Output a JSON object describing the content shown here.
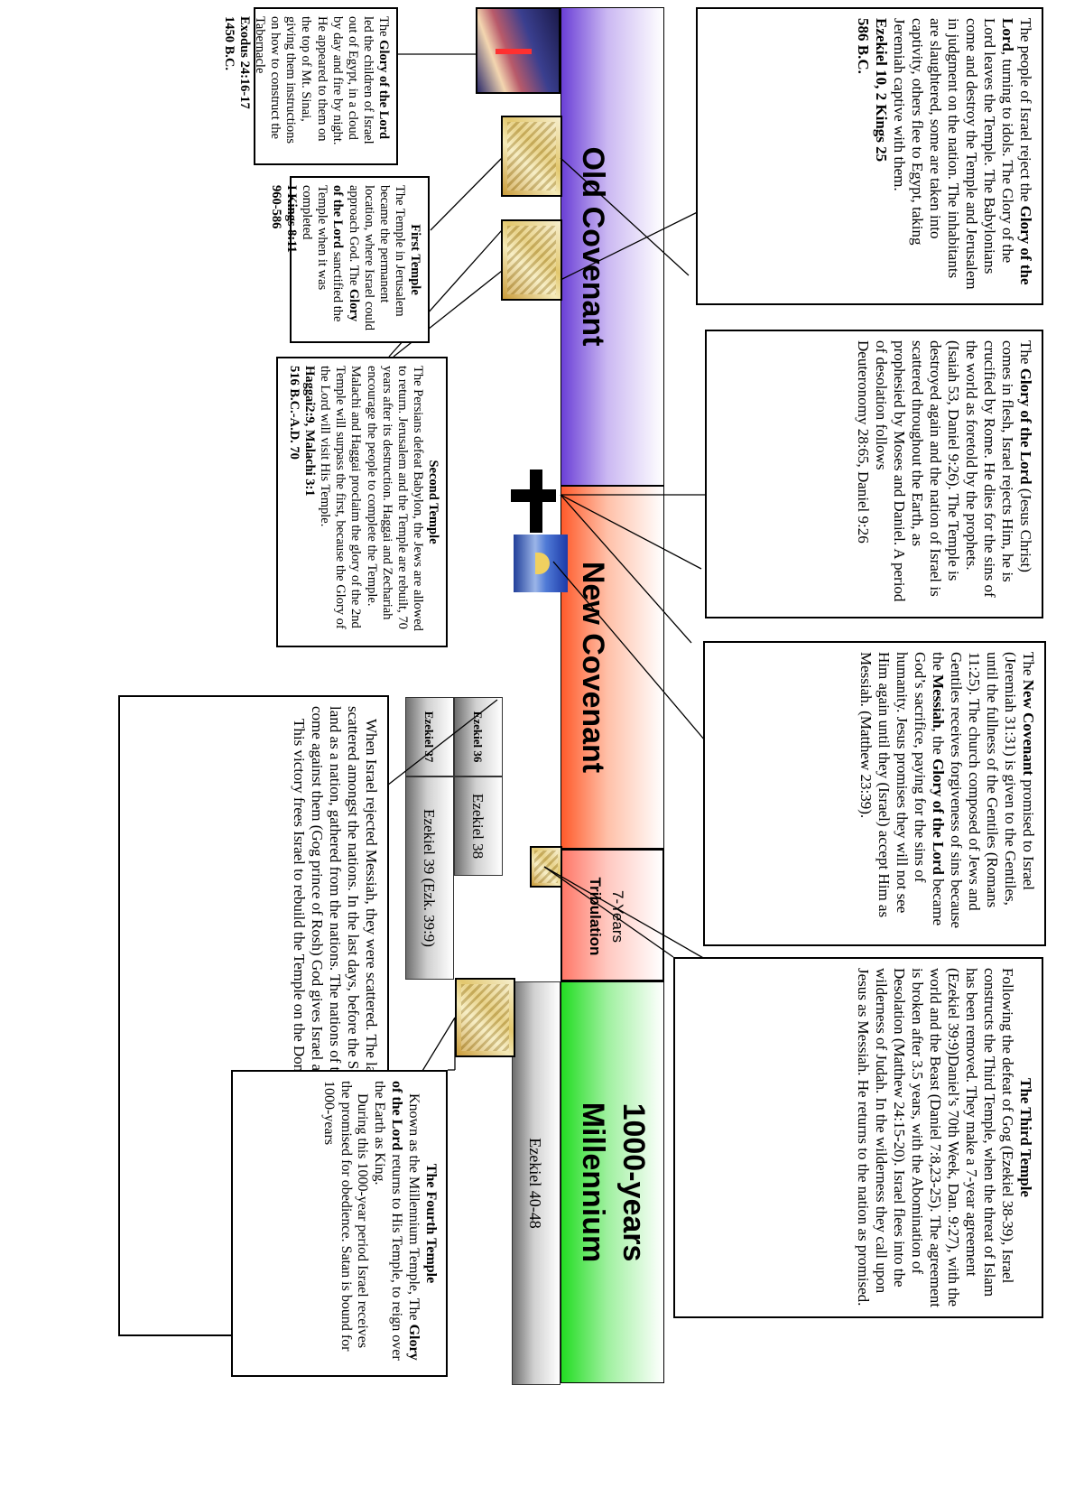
{
  "eras": {
    "old_covenant": "Old Covenant",
    "new_covenant": "New Covenant",
    "tribulation": "Tribulation",
    "tribulation_years": "7-Years",
    "millennium": "Millennium",
    "millennium_years": "1000-years"
  },
  "bars": {
    "ezekiel_36": "Ezekiel 36",
    "ezekiel_37": "Ezekiel 37",
    "ezekiel_38": "Ezekiel 38",
    "ezekiel_39": "Ezekiel 39 (Ezk. 39:9)",
    "ezekiel_40_48": "Ezekiel 40-48"
  },
  "boxes": {
    "exodus": {
      "t1": "The ",
      "b1": "Glory of the Lord",
      "t2": " led the children of Israel out of Egypt, in a cloud by day and fire by night. He appeared to them on the top of Mt. Sinai, giving them instructions on how to construct the Tabernacle",
      "ref": "Exodus 24:16-17",
      "date": "1450 B.C."
    },
    "first_temple": {
      "title": "First Temple",
      "t1": "The Temple in Jerusalem became the permanent location, where Israel could approach God. The ",
      "b1": "Glory of the Lord",
      "t2": " sanctified the Temple when it was completed",
      "ref": "I Kings 8:11",
      "date": "960-586"
    },
    "second_temple": {
      "title": "Second Temple",
      "text": "The Persians defeat Babylon, the Jews are allowed to return. Jerusalem and the Temple are rebuilt, 70 years after its destruction. Haggai and Zechariah encourage the people to complete the Temple. Malachi and Haggai proclaim the glory of the 2nd Temple will surpass the first, because the Glory of the Lord will visit His Temple.",
      "ref": "Haggai2:9, Malachi 3:1",
      "date": "516 B.C.-A.D. 70"
    },
    "exile": {
      "t1": "The people of Israel reject the ",
      "b1": "Glory of the Lord",
      "t2": ", turning to idols. The Glory of the Lord leaves the Temple. The Babylonians come and destroy the Temple and Jerusalem in judgment on the nation.  The inhabitants are slaughtered, some are taken into captivity, others flee to Egypt, taking Jeremiah captive with them.",
      "ref": "Ezekiel 10, 2 Kings 25",
      "date": "586 B.C."
    },
    "christ": {
      "t1": "The ",
      "b1": "Glory of the Lord",
      "t2": " (Jesus Christ) comes in flesh, Israel rejects Him, he is crucified by Rome. He dies for the sins of the world as foretold by the prophets.  (Isaiah 53, Daniel 9:26). The Temple is destroyed again and the nation of Israel is scattered throughout the Earth, as prophesied by Moses and Daniel.  A period of desolation follows",
      "ref": "Deuteronomy 28:65, Daniel 9:26"
    },
    "new_covenant": {
      "t1": "The ",
      "b1": "New Covenant",
      "t2": " promised to Israel (Jeremiah 31:31) is given to the Gentiles, until the fullness of the Gentiles (Romans 11:25). The church composed of Jews and Gentiles receives forgiveness of sins because the ",
      "b2": "Messiah",
      "t3": ", the ",
      "b3": "Glory of the Lord",
      "t4": " became God’s sacrifice, paying for the sins of humanity.  Jesus promises they will not see Him again until they (Israel) accept Him as Messiah. (Matthew 23:39)."
    },
    "third_temple": {
      "title": "The Third Temple",
      "text": "Following the defeat of Gog (Ezekiel 38-39), Israel constructs the Third Temple, when the threat of Islam has been removed. They make a 7-year agreement (Ezekiel 39:9)Daniel’s 70th Week, Dan. 9:27), with the world and the Beast (Daniel 7:8,23-25).  The agreement is broken after 3.5 years, with the Abomination of Desolation (Matthew 24:15-20).  Israel flees into the wilderness of Judah. In the wilderness they call upon Jesus as Messiah.  He returns to the nation as promised."
    },
    "scattered": {
      "p1": "When Israel rejected Messiah, they were scattered.  The land remained desolate and Israel was scattered amongst the nations. In the last days, before the Second Coming Israel is restored to the land as a nation, gathered from the nations.  The nations of the world, specifically Russia and Islam, come against them (Gog prince of Rosh)  God gives Israel a super-natural victory  over their enemies.",
      "p2": "This victory frees Israel to rebuild the Temple on the Dome of the Rock, the Temple Mount."
    },
    "fourth_temple": {
      "title": "The Fourth Temple",
      "t1": "Known as the Millennium Temple, The ",
      "b1": "Glory of the Lord",
      "t2": " returns to His Temple, to reign over the Earth as King.",
      "p2": "During this 1000-year period Israel receives the promised for obedience.  Satan is bound for 1000-years"
    }
  },
  "colors": {
    "old_covenant_top": "#ffffff",
    "old_covenant_bottom": "#6a3fd6",
    "new_covenant_bottom": "#ff5a2a",
    "millennium_bottom": "#22dd22"
  }
}
